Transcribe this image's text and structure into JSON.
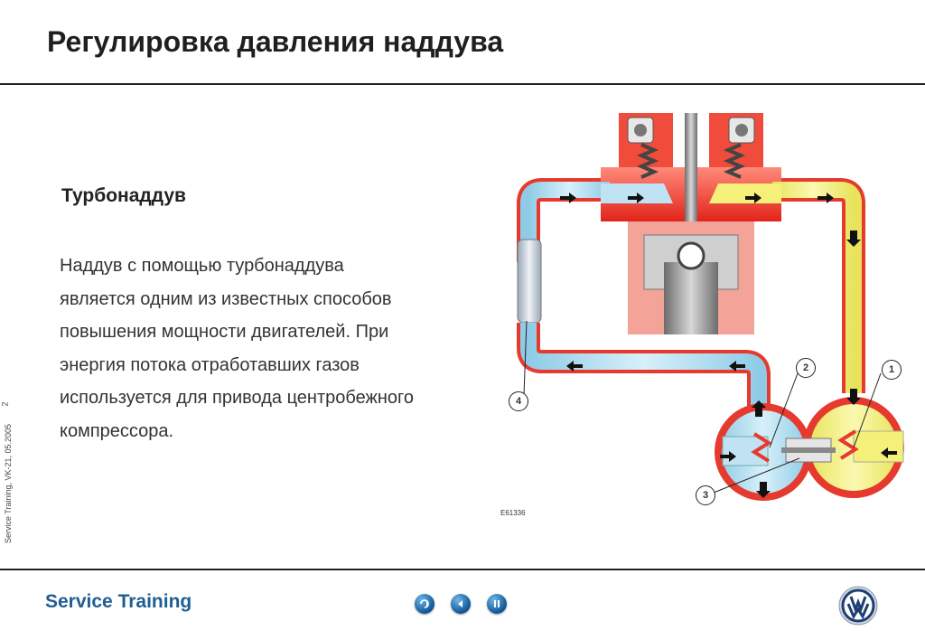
{
  "slide": {
    "title": "Регулировка давления наддува",
    "subtitle": "Турбонаддув",
    "body_lines": [
      "Наддув с помощью турбонаддува",
      "является одним из известных способов",
      "повышения мощности двигателей. При",
      "энергия потока отработавших газов",
      "используется для привода центробежного",
      "компрессора."
    ],
    "figure_code": "E61336",
    "callouts": [
      "1",
      "2",
      "3",
      "4"
    ],
    "side_note": "Service Training, VK-21, 05.2005",
    "page_number": "2"
  },
  "footer": {
    "brand": "Service Training",
    "nav_buttons": [
      {
        "name": "back-to-start",
        "icon": "rewind-icon"
      },
      {
        "name": "previous",
        "icon": "play-left-icon"
      },
      {
        "name": "pause",
        "icon": "pause-icon"
      }
    ],
    "logo": "vw-logo"
  },
  "colors": {
    "brand_blue": "#1f5e93",
    "intake_blue": "#bfe3f3",
    "exhaust_red": "#e63a2e",
    "charge_yellow": "#f4f07a"
  }
}
